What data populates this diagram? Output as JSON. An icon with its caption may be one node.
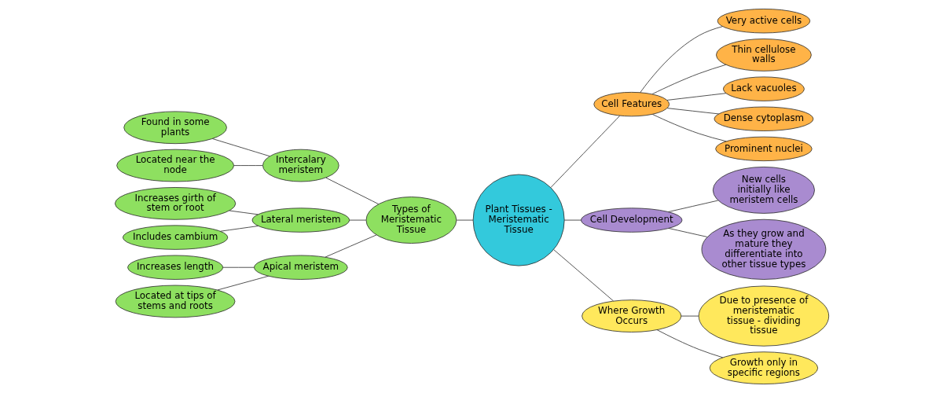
{
  "diagram": {
    "nodes": [
      {
        "text": [
          "Plant Tissues - Meristematic Tissue"
        ]
      },
      {
        "text": [
          "Cell Features"
        ]
      },
      {
        "text": [
          "Very active cells"
        ]
      },
      {
        "text": [
          "Thin cellulose walls"
        ]
      },
      {
        "text": [
          "Lack vacuoles"
        ]
      },
      {
        "text": [
          "Dense cytoplasm"
        ]
      },
      {
        "text": [
          "Prominent nuclei"
        ]
      },
      {
        "text": [
          "Types of Meristematic Tissue"
        ]
      },
      {
        "text": [
          "Intercalary meristem"
        ]
      },
      {
        "text": [
          "Found in some plants"
        ]
      },
      {
        "text": [
          "Located near the node"
        ]
      },
      {
        "text": [
          "Lateral meristem"
        ]
      },
      {
        "text": [
          "Increases girth of stem or root"
        ]
      },
      {
        "text": [
          "Includes cambium"
        ]
      },
      {
        "text": [
          "Apical meristem"
        ]
      },
      {
        "text": [
          "Increases length"
        ]
      },
      {
        "text": [
          "Located at tips of stems and roots"
        ]
      },
      {
        "text": [
          "Cell Development"
        ]
      },
      {
        "text": [
          "New cells initially like meristem cells"
        ]
      },
      {
        "text": [
          "As they grow and mature they differentiate into other tissue types"
        ]
      },
      {
        "text": [
          "Where Growth Occurs"
        ]
      },
      {
        "text": [
          "Due to presence of meristematic tissue - dividing tissue"
        ]
      },
      {
        "text": [
          "Growth only in specific regions"
        ]
      }
    ],
    "edges": [
      {
        "from": 0,
        "to": 1,
        "arrow": "none"
      },
      {
        "from": 1,
        "to": 2,
        "arrow": "none"
      },
      {
        "from": 1,
        "to": 3,
        "arrow": "none"
      },
      {
        "from": 1,
        "to": 4,
        "arrow": "none"
      },
      {
        "from": 1,
        "to": 5,
        "arrow": "none"
      },
      {
        "from": 1,
        "to": 6,
        "arrow": "none"
      },
      {
        "from": 0,
        "to": 7,
        "arrow": "none"
      },
      {
        "from": 7,
        "to": 8,
        "arrow": "none"
      },
      {
        "from": 8,
        "to": 9,
        "arrow": "none"
      },
      {
        "from": 8,
        "to": 10,
        "arrow": "none"
      },
      {
        "from": 7,
        "to": 11,
        "arrow": "none"
      },
      {
        "from": 11,
        "to": 12,
        "arrow": "none"
      },
      {
        "from": 11,
        "to": 13,
        "arrow": "none"
      },
      {
        "from": 7,
        "to": 14,
        "arrow": "none"
      },
      {
        "from": 14,
        "to": 15,
        "arrow": "none"
      },
      {
        "from": 14,
        "to": 16,
        "arrow": "none"
      },
      {
        "from": 0,
        "to": 17,
        "arrow": "none"
      },
      {
        "from": 17,
        "to": 18,
        "arrow": "none"
      },
      {
        "from": 17,
        "to": 19,
        "arrow": "none"
      },
      {
        "from": 0,
        "to": 20,
        "arrow": "none"
      },
      {
        "from": 20,
        "to": 21,
        "arrow": "none"
      },
      {
        "from": 20,
        "to": 22,
        "arrow": "none"
      }
    ]
  }
}
